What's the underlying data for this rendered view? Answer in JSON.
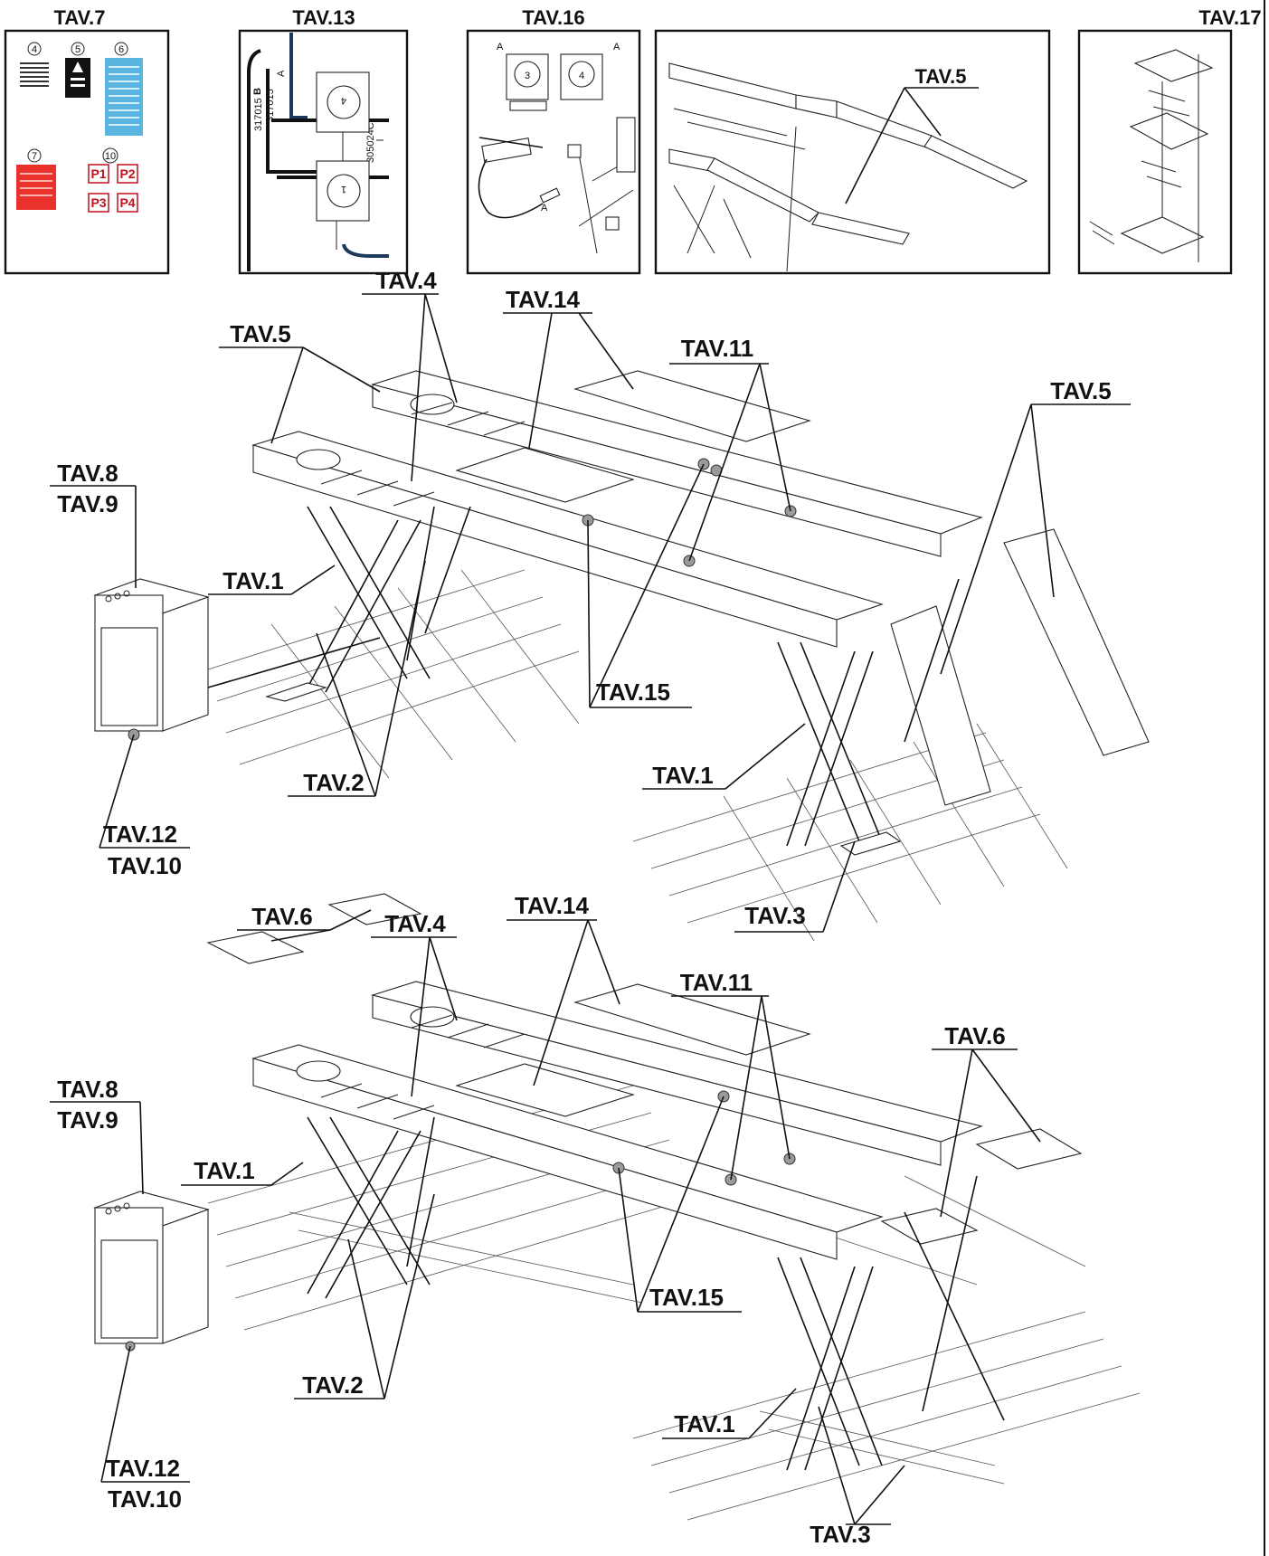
{
  "colors": {
    "accent_red": "#e8322b",
    "accent_blue": "#5ab4e0",
    "marker_grey": "#9a9a9a"
  },
  "thumbnails": {
    "tav7": {
      "title": "TAV.7",
      "circles": [
        "4",
        "5",
        "6",
        "7",
        "10"
      ],
      "badges": [
        "P1",
        "P2",
        "P3",
        "P4"
      ]
    },
    "tav13": {
      "title": "TAV.13",
      "hose_a": "A",
      "hose_b": "B",
      "part_no_1": "317015",
      "part_no_2": "317015",
      "part_no_3": "305024C",
      "unit_top": "4",
      "unit_bottom": "1"
    },
    "tav16": {
      "title": "TAV.16",
      "unit_left": "3",
      "unit_right": "4",
      "arrow_a1": "A",
      "arrow_a2": "A",
      "arrow_a3": "A"
    },
    "tav5": {
      "title": "TAV.5"
    },
    "tav17": {
      "title": "TAV.17"
    }
  },
  "lift_upper": {
    "labels": {
      "tav5_left": "TAV.5",
      "tav4": "TAV.4",
      "tav14": "TAV.14",
      "tav11": "TAV.11",
      "tav5_right": "TAV.5",
      "tav8": "TAV.8",
      "tav9": "TAV.9",
      "tav1_left": "TAV.1",
      "tav15": "TAV.15",
      "tav1_right": "TAV.1",
      "tav2": "TAV.2",
      "tav12": "TAV.12",
      "tav10": "TAV.10",
      "tav3": "TAV.3"
    }
  },
  "lift_lower": {
    "labels": {
      "tav6_left": "TAV.6",
      "tav4": "TAV.4",
      "tav14": "TAV.14",
      "tav11": "TAV.11",
      "tav6_right": "TAV.6",
      "tav8": "TAV.8",
      "tav9": "TAV.9",
      "tav1_left": "TAV.1",
      "tav15": "TAV.15",
      "tav2": "TAV.2",
      "tav1_right": "TAV.1",
      "tav12": "TAV.12",
      "tav10": "TAV.10",
      "tav3": "TAV.3"
    }
  }
}
